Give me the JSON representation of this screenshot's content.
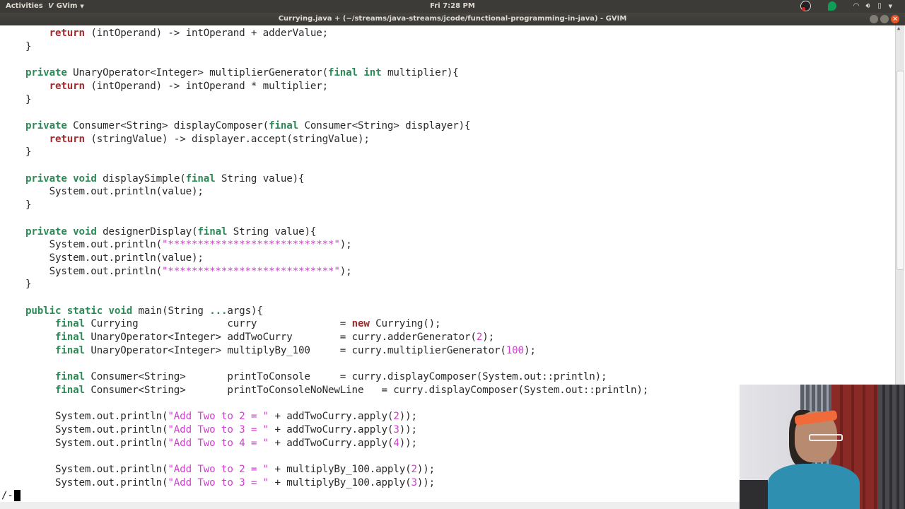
{
  "topbar": {
    "activities": "Activities",
    "app_name": "GVim",
    "clock": "Fri  7:28 PM"
  },
  "window": {
    "title": "Curryіng.java + (~/streams/java-streams/jcode/functional-programming-in-java) - GVIM"
  },
  "editor": {
    "lines": [
      {
        "y": 0,
        "segments": [
          [
            "",
            "    "
          ],
          [
            "kw-ret",
            "return"
          ],
          [
            "",
            " (intOperand) -> intOperand + adderValue;"
          ]
        ]
      },
      {
        "y": 1,
        "segments": [
          [
            "",
            "}"
          ]
        ]
      },
      {
        "y": 3,
        "segments": [
          [
            "kw",
            "private"
          ],
          [
            "",
            " UnaryOperator<Integer> multiplierGenerator("
          ],
          [
            "kw",
            "final"
          ],
          [
            "",
            " "
          ],
          [
            "kw",
            "int"
          ],
          [
            "",
            " multiplier){"
          ]
        ]
      },
      {
        "y": 4,
        "segments": [
          [
            "",
            "    "
          ],
          [
            "kw-ret",
            "return"
          ],
          [
            "",
            " (intOperand) -> intOperand * multiplier;"
          ]
        ]
      },
      {
        "y": 5,
        "segments": [
          [
            "",
            "}"
          ]
        ]
      },
      {
        "y": 7,
        "segments": [
          [
            "kw",
            "private"
          ],
          [
            "",
            " Consumer<String> displayComposer("
          ],
          [
            "kw",
            "final"
          ],
          [
            "",
            " Consumer<String> displayer){"
          ]
        ]
      },
      {
        "y": 8,
        "segments": [
          [
            "",
            "    "
          ],
          [
            "kw-ret",
            "return"
          ],
          [
            "",
            " (stringValue) -> displayer.accept(stringValue);"
          ]
        ]
      },
      {
        "y": 9,
        "segments": [
          [
            "",
            "}"
          ]
        ]
      },
      {
        "y": 11,
        "segments": [
          [
            "kw",
            "private"
          ],
          [
            "",
            " "
          ],
          [
            "kw",
            "void"
          ],
          [
            "",
            " displaySimple("
          ],
          [
            "kw",
            "final"
          ],
          [
            "",
            " String value){"
          ]
        ]
      },
      {
        "y": 12,
        "segments": [
          [
            "",
            "    System.out.println(value);"
          ]
        ]
      },
      {
        "y": 13,
        "segments": [
          [
            "",
            "}"
          ]
        ]
      },
      {
        "y": 15,
        "segments": [
          [
            "kw",
            "private"
          ],
          [
            "",
            " "
          ],
          [
            "kw",
            "void"
          ],
          [
            "",
            " designerDisplay("
          ],
          [
            "kw",
            "final"
          ],
          [
            "",
            " String value){"
          ]
        ]
      },
      {
        "y": 16,
        "segments": [
          [
            "",
            "    System.out.println("
          ],
          [
            "str",
            "\"****************************\""
          ],
          [
            "",
            ");"
          ]
        ]
      },
      {
        "y": 17,
        "segments": [
          [
            "",
            "    System.out.println(value);"
          ]
        ]
      },
      {
        "y": 18,
        "segments": [
          [
            "",
            "    System.out.println("
          ],
          [
            "str",
            "\"****************************\""
          ],
          [
            "",
            ");"
          ]
        ]
      },
      {
        "y": 19,
        "segments": [
          [
            "",
            "}"
          ]
        ]
      },
      {
        "y": 21,
        "segments": [
          [
            "kw",
            "public"
          ],
          [
            "",
            " "
          ],
          [
            "kw",
            "static"
          ],
          [
            "",
            " "
          ],
          [
            "kw",
            "void"
          ],
          [
            "",
            " main(String "
          ],
          [
            "kw",
            "..."
          ],
          [
            "",
            "args){"
          ]
        ]
      },
      {
        "y": 22,
        "segments": [
          [
            "",
            "     "
          ],
          [
            "kw",
            "final"
          ],
          [
            "",
            " Currying               curry              = "
          ],
          [
            "kw-ret",
            "new"
          ],
          [
            "",
            " Currying();"
          ]
        ]
      },
      {
        "y": 23,
        "segments": [
          [
            "",
            "     "
          ],
          [
            "kw",
            "final"
          ],
          [
            "",
            " UnaryOperator<Integer> addTwoCurry        = curry.adderGenerator("
          ],
          [
            "num",
            "2"
          ],
          [
            "",
            ");"
          ]
        ]
      },
      {
        "y": 24,
        "segments": [
          [
            "",
            "     "
          ],
          [
            "kw",
            "final"
          ],
          [
            "",
            " UnaryOperator<Integer> multiplyBy_100     = curry.multiplierGenerator("
          ],
          [
            "num",
            "100"
          ],
          [
            "",
            ");"
          ]
        ]
      },
      {
        "y": 26,
        "segments": [
          [
            "",
            "     "
          ],
          [
            "kw",
            "final"
          ],
          [
            "",
            " Consumer<String>       printToConsole     = curry.displayComposer(System.out::println);"
          ]
        ]
      },
      {
        "y": 27,
        "segments": [
          [
            "",
            "     "
          ],
          [
            "kw",
            "final"
          ],
          [
            "",
            " Consumer<String>       printToConsoleNoNewLine   = curry.displayComposer(System.out::println);"
          ]
        ]
      },
      {
        "y": 29,
        "segments": [
          [
            "",
            "     System.out.println("
          ],
          [
            "str",
            "\"Add Two to 2 = \""
          ],
          [
            "",
            " + addTwoCurry.apply("
          ],
          [
            "num",
            "2"
          ],
          [
            "",
            "));"
          ]
        ]
      },
      {
        "y": 30,
        "segments": [
          [
            "",
            "     System.out.println("
          ],
          [
            "str",
            "\"Add Two to 3 = \""
          ],
          [
            "",
            " + addTwoCurry.apply("
          ],
          [
            "num",
            "3"
          ],
          [
            "",
            "));"
          ]
        ]
      },
      {
        "y": 31,
        "segments": [
          [
            "",
            "     System.out.println("
          ],
          [
            "str",
            "\"Add Two to 4 = \""
          ],
          [
            "",
            " + addTwoCurry.apply("
          ],
          [
            "num",
            "4"
          ],
          [
            "",
            "));"
          ]
        ]
      },
      {
        "y": 33,
        "segments": [
          [
            "",
            "     System.out.println("
          ],
          [
            "str",
            "\"Add Two to 2 = \""
          ],
          [
            "",
            " + multiplyBy_100.apply("
          ],
          [
            "num",
            "2"
          ],
          [
            "",
            "));"
          ]
        ]
      },
      {
        "y": 34,
        "segments": [
          [
            "",
            "     System.out.println("
          ],
          [
            "str",
            "\"Add Two to 3 = \""
          ],
          [
            "",
            " + multiplyBy_100.apply("
          ],
          [
            "num",
            "3"
          ],
          [
            "",
            "));"
          ]
        ]
      }
    ]
  },
  "cmdline": {
    "text": "/-"
  },
  "colors": {
    "keyword": "#2e8b57",
    "return_keyword": "#a52a2a",
    "string": "#d040d0",
    "topbar_bg": "#3c3b37",
    "close_button": "#e95420"
  }
}
